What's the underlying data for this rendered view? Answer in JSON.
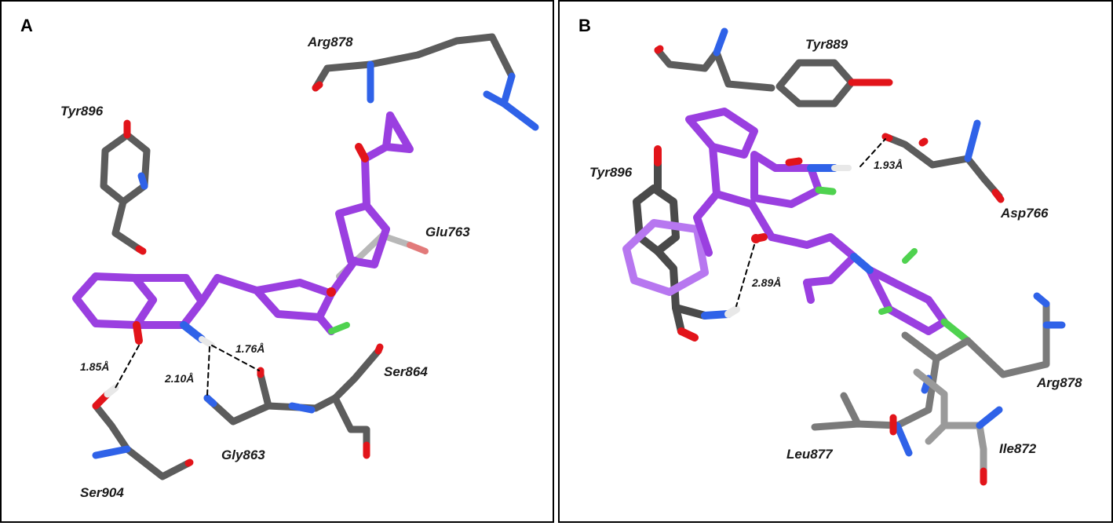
{
  "panels": [
    {
      "label": "A",
      "residues": [
        "Arg878",
        "Tyr896",
        "Glu763",
        "Ser864",
        "Gly863",
        "Ser904"
      ],
      "distances": [
        "1.85Å",
        "2.10Å",
        "1.76Å"
      ]
    },
    {
      "label": "B",
      "residues": [
        "Tyr889",
        "Tyr896",
        "Asp766",
        "Arg878",
        "Leu877",
        "Ile872"
      ],
      "distances": [
        "1.93Å",
        "2.89Å"
      ]
    }
  ],
  "colors": {
    "carbon_protein": "#5c5c5c",
    "carbon_ligand": "#9a3fe0",
    "oxygen": "#e2141a",
    "nitrogen": "#2f62e8",
    "fluorine": "#4fd24f",
    "hydrogen": "#e8e8e8",
    "hbond": "#000000"
  }
}
